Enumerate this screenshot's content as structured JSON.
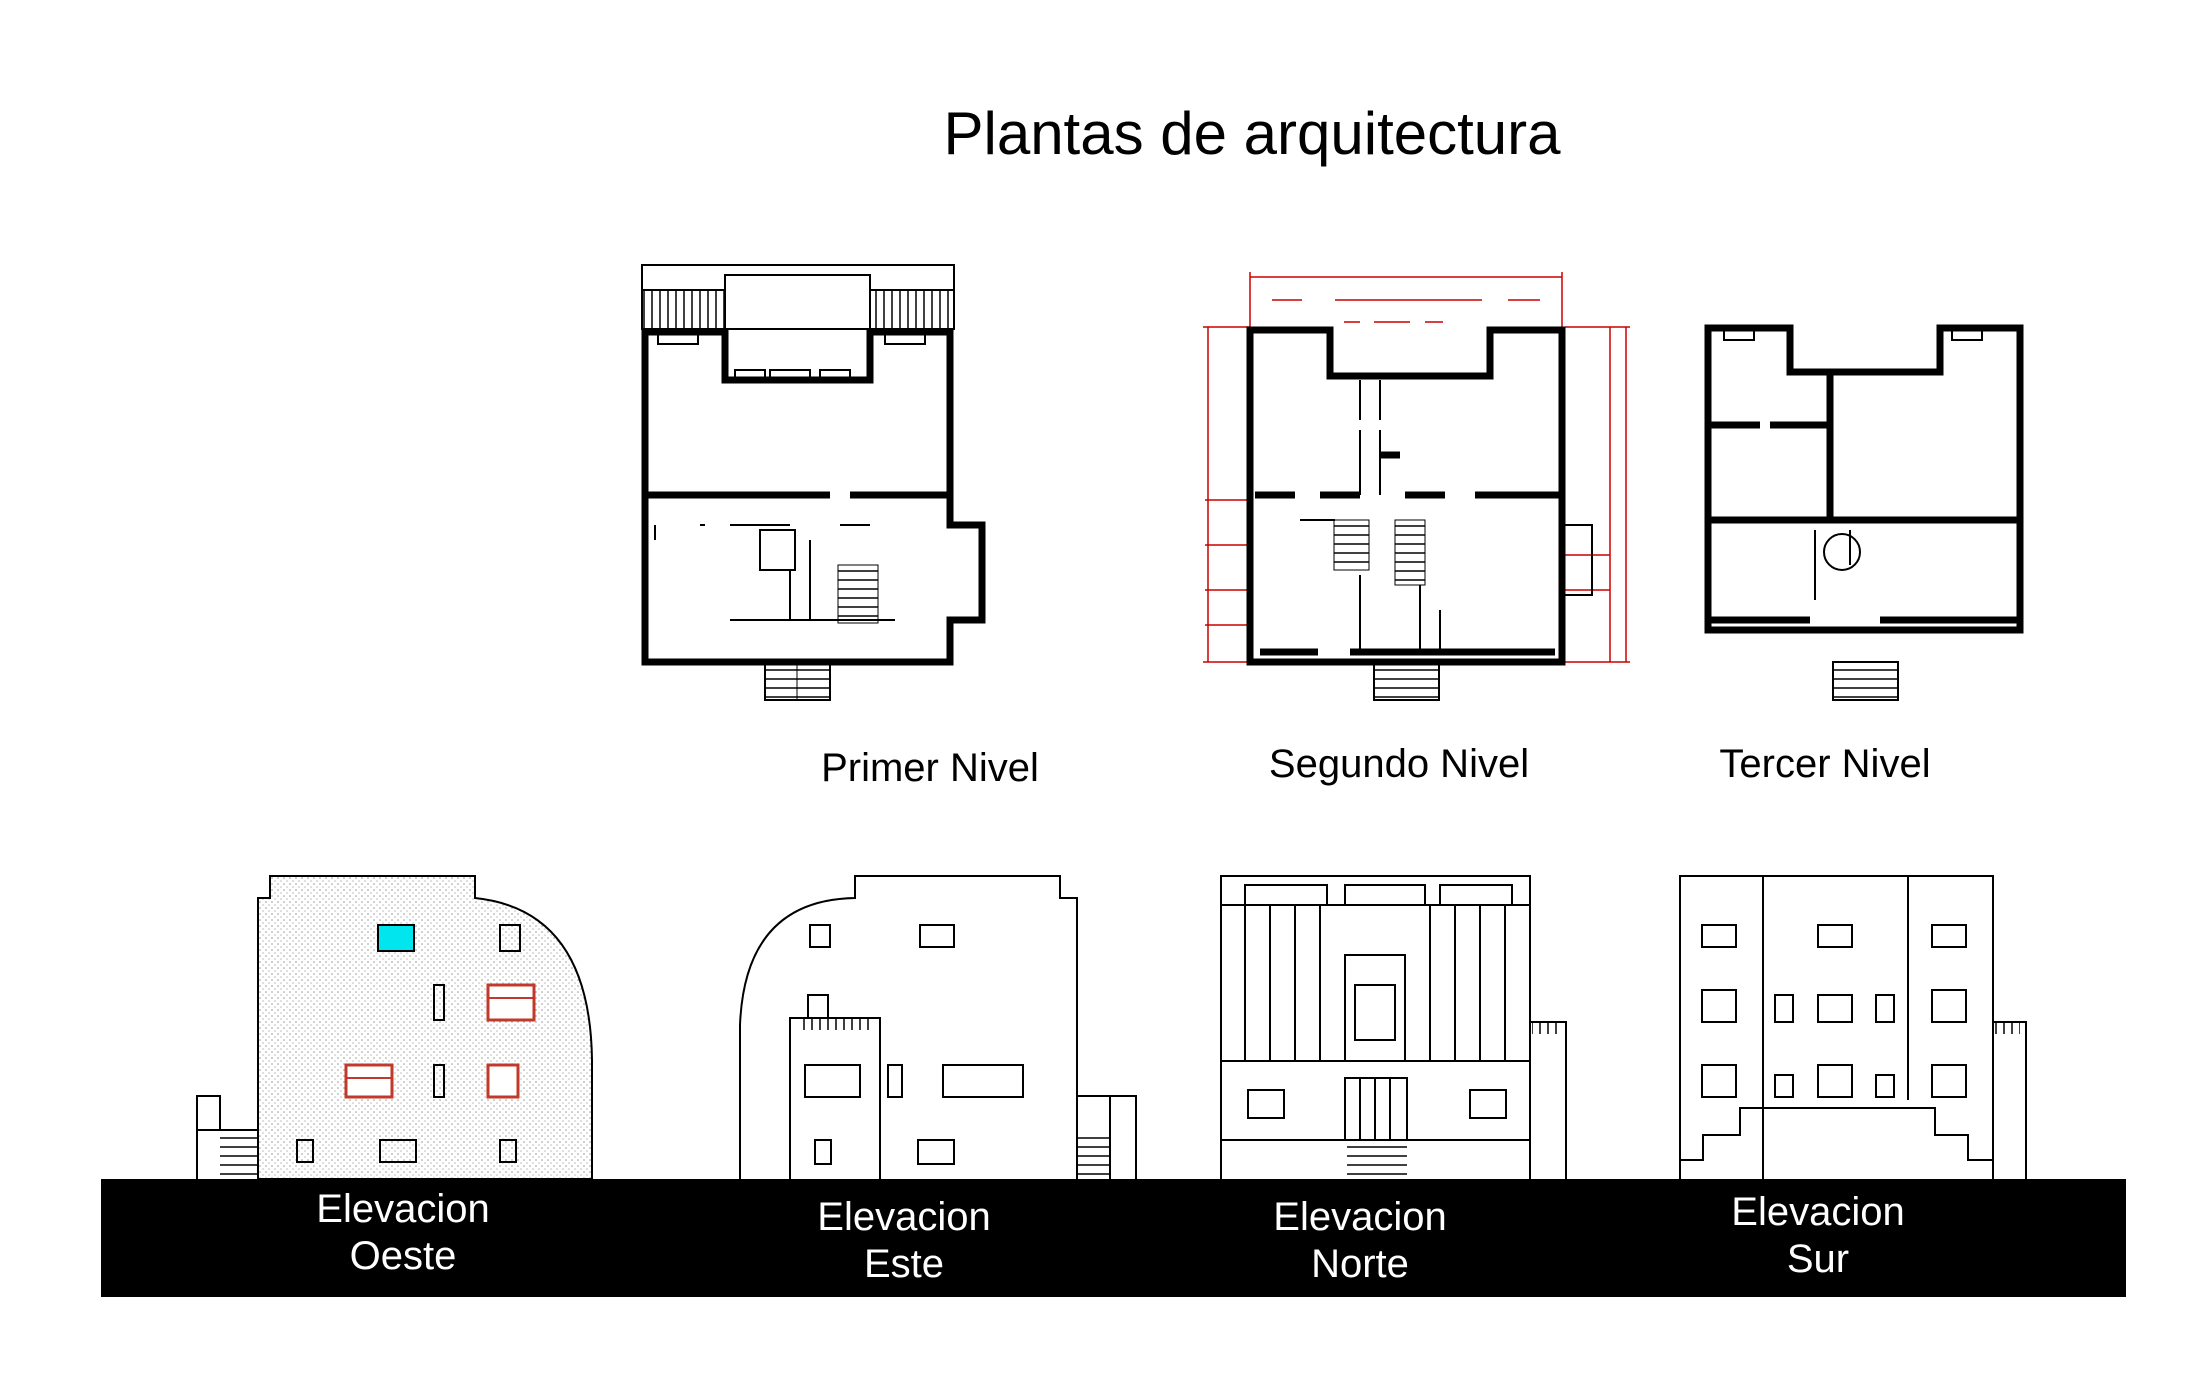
{
  "title": "Plantas de arquitectura",
  "plans": [
    {
      "label": "Primer Nivel"
    },
    {
      "label": "Segundo Nivel"
    },
    {
      "label": "Tercer Nivel"
    }
  ],
  "elevations": [
    {
      "line1": "Elevacion",
      "line2": "Oeste"
    },
    {
      "line1": "Elevacion",
      "line2": "Este"
    },
    {
      "line1": "Elevacion",
      "line2": "Norte"
    },
    {
      "line1": "Elevacion",
      "line2": "Sur"
    }
  ],
  "colors": {
    "dimension": "#cc0000",
    "glass": "#00e5ee",
    "frame": "#c0392b",
    "band": "#000000"
  }
}
